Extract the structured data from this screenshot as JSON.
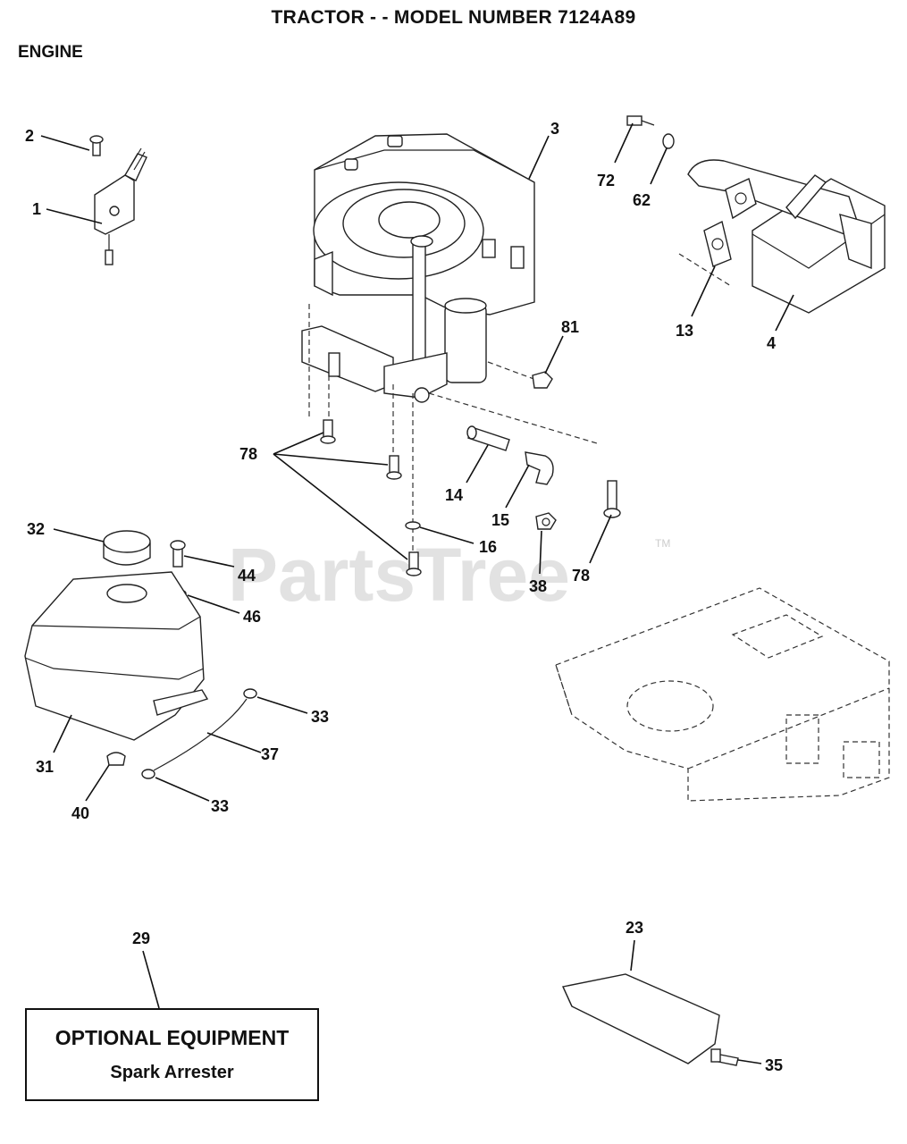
{
  "header": {
    "title": "TRACTOR - - MODEL NUMBER 7124A89",
    "section": "ENGINE"
  },
  "watermark": {
    "text": "PartsTree",
    "mark": "TM"
  },
  "optional_box": {
    "title": "OPTIONAL EQUIPMENT",
    "subtitle": "Spark Arrester"
  },
  "callouts": {
    "c1": "1",
    "c2": "2",
    "c3": "3",
    "c4": "4",
    "c13": "13",
    "c14": "14",
    "c15": "15",
    "c16": "16",
    "c23": "23",
    "c29": "29",
    "c31": "31",
    "c32": "32",
    "c33a": "33",
    "c33b": "33",
    "c35": "35",
    "c37": "37",
    "c38": "38",
    "c40": "40",
    "c44": "44",
    "c46": "46",
    "c62": "62",
    "c72": "72",
    "c78a": "78",
    "c78b": "78",
    "c81": "81"
  }
}
